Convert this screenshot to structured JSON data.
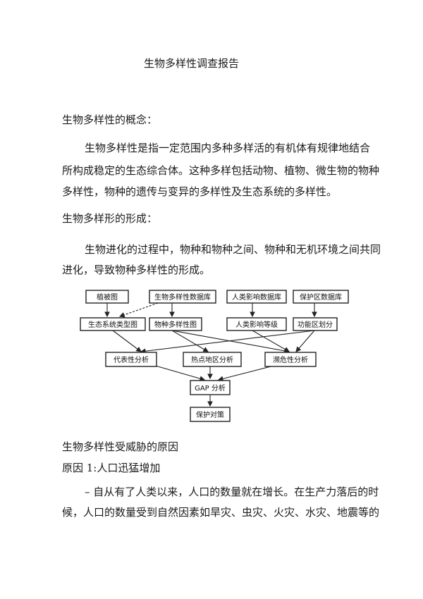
{
  "document": {
    "title": "生物多样性调查报告",
    "section1_heading": "生物多样性的概念：",
    "section1_lines": [
      "生物多样性是指一定范围内多种多样活的有机体有规律地结合",
      "所构成稳定的生态综合体。这种多样包括动物、植物、微生物的物种",
      "多样性，物种的遗传与变异的多样性及生态系统的多样性。"
    ],
    "section2_heading": "生物多样形的形成：",
    "section2_lines": [
      "生物进化的过程中，物种和物种之间、物种和无机环境之间共同",
      "进化，导致物种多样性的形成。"
    ],
    "section3_heading": "生物多样性受威胁的原因",
    "reason1_heading": "原因 1:人口迅猛增加",
    "reason1_lines": [
      "– 自从有了人类以来，人口的数量就在增长。在生产力落后的时",
      "候，人口的数量受到自然因素如旱灾、虫灾、火灾、水灾、地震等的"
    ]
  },
  "flowchart": {
    "row1": [
      "植被图",
      "生物多样性数据库",
      "人类影响数据库",
      "保护区数据库"
    ],
    "row2": [
      "生态系统类型图",
      "物种多样性图",
      "人类影响等级",
      "功能区划分"
    ],
    "row3": [
      "代表性分析",
      "热点地区分析",
      "濒危性分析"
    ],
    "row4": [
      "GAP 分析"
    ],
    "row5": [
      "保护对策"
    ]
  }
}
